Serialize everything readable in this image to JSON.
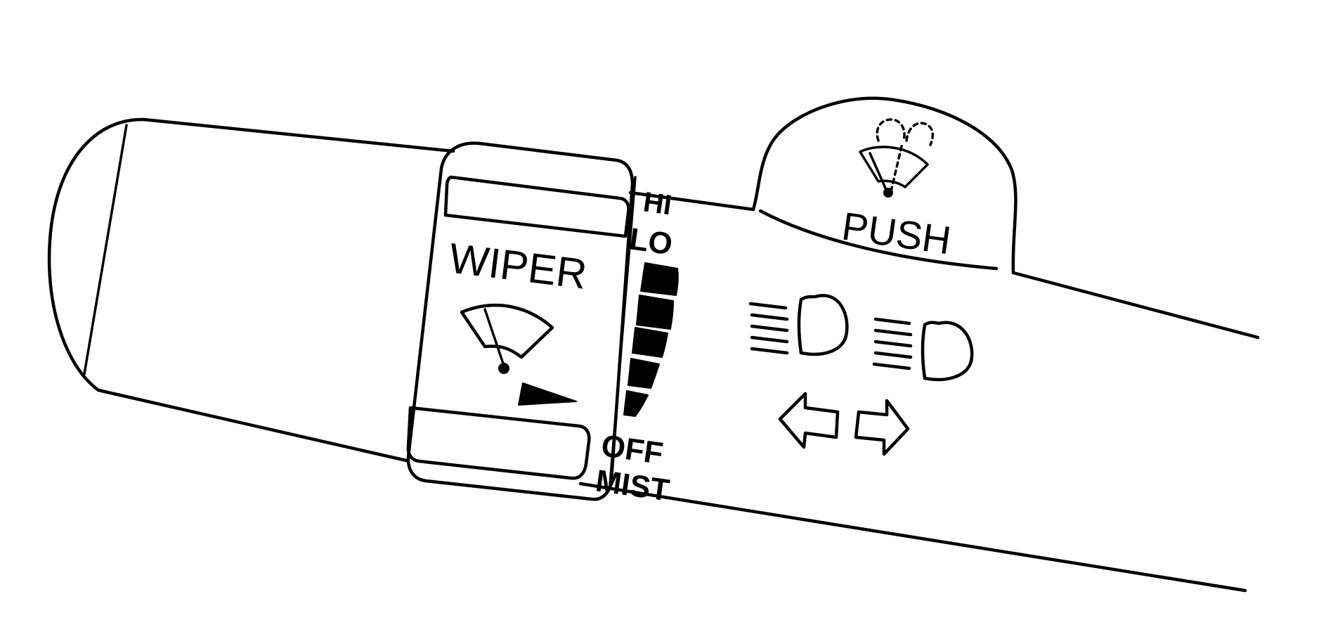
{
  "diagram": {
    "ink_color": "#000000",
    "background_color": "#ffffff",
    "labels": {
      "wiper": "WIPER",
      "push": "PUSH",
      "hi": "HI",
      "lo": "LO",
      "off": "OFF",
      "mist": "MIST"
    },
    "icons": [
      "wiper-symbol-icon",
      "wiper-speed-wedge-icon",
      "washer-wiper-icon",
      "low-beam-icon",
      "high-beam-icon",
      "turn-left-arrow-icon",
      "turn-right-arrow-icon"
    ]
  }
}
